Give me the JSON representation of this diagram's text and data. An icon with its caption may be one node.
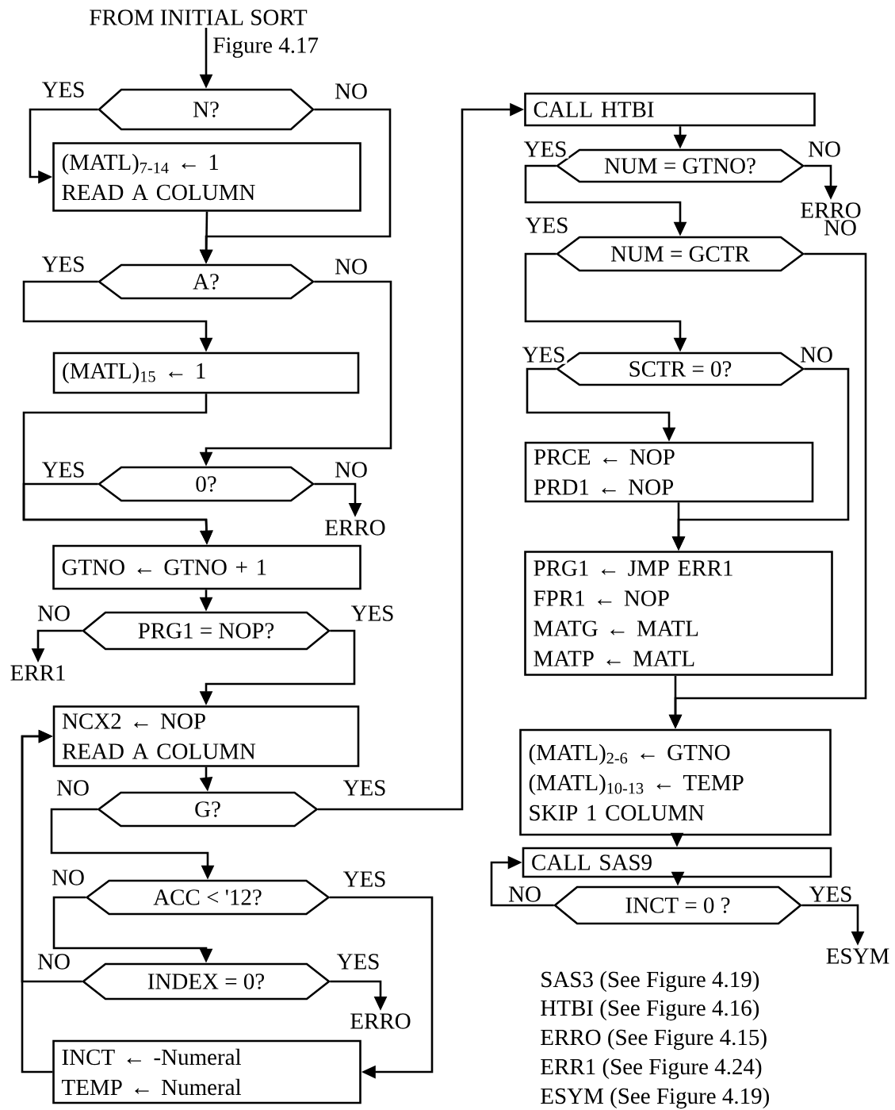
{
  "diagram": {
    "nodes": [
      {
        "text": [
          "FROM INITIAL SORT"
        ]
      },
      {
        "text": [
          "N?"
        ]
      },
      {
        "text": [
          "(MATL)$_{7-14}$ ← 1",
          "READ A COLUMN"
        ]
      },
      {
        "text": [
          "A?"
        ]
      },
      {
        "text": [
          "(MATL)$_{15}$ ← 1"
        ]
      },
      {
        "text": [
          "0?"
        ]
      },
      {
        "text": [
          "ERRO"
        ]
      },
      {
        "text": [
          "GTNO ← GTNO + 1"
        ]
      },
      {
        "text": [
          "PRG1 = NOP?"
        ]
      },
      {
        "text": [
          "ERR1"
        ]
      },
      {
        "text": [
          "NCX2 ← NOP",
          "READ A COLUMN"
        ]
      },
      {
        "text": [
          "G?"
        ]
      },
      {
        "text": [
          "ACC < '12?"
        ]
      },
      {
        "text": [
          "INDEX = 0?"
        ]
      },
      {
        "text": [
          "ERRO"
        ]
      },
      {
        "text": [
          "INCT ← -Numeral",
          "TEMP ← Numeral"
        ]
      },
      {
        "text": [
          "CALL HTBI"
        ]
      },
      {
        "text": [
          "NUM = GTNO?"
        ]
      },
      {
        "text": [
          "ERRO"
        ]
      },
      {
        "text": [
          "NUM = GCTR"
        ]
      },
      {
        "text": [
          "SCTR = 0?"
        ]
      },
      {
        "text": [
          "PRCE ← NOP",
          "PRD1 ← NOP"
        ]
      },
      {
        "text": [
          "PRG1 ← JMP ERR1",
          "FPR1 ← NOP",
          "MATG ← MATL",
          "MATP ← MATL"
        ]
      },
      {
        "text": [
          "(MATL)$_{2-6}$ ← GTNO",
          "(MATL)$_{10-13}$ ← TEMP",
          "SKIP 1 COLUMN"
        ]
      },
      {
        "text": [
          "CALL SAS9"
        ]
      },
      {
        "text": [
          "INCT = 0 ?"
        ]
      },
      {
        "text": [
          "ESYM"
        ]
      }
    ],
    "edges": [
      {
        "from": 0,
        "to": 1,
        "arrow": "to",
        "label": "Figure 4.17"
      },
      {
        "from": 1,
        "to": 2,
        "arrow": "to",
        "label": "YES"
      },
      {
        "from": 1,
        "to": 3,
        "arrow": "to",
        "label": "NO"
      },
      {
        "from": 2,
        "to": 3,
        "arrow": "to"
      },
      {
        "from": 3,
        "to": 4,
        "arrow": "to",
        "label": "YES"
      },
      {
        "from": 3,
        "to": 5,
        "arrow": "to",
        "label": "NO"
      },
      {
        "from": 4,
        "to": 7,
        "arrow": "to"
      },
      {
        "from": 5,
        "to": 7,
        "arrow": "to",
        "label": "YES"
      },
      {
        "from": 5,
        "to": 6,
        "arrow": "to",
        "label": "NO"
      },
      {
        "from": 7,
        "to": 8,
        "arrow": "to"
      },
      {
        "from": 8,
        "to": 9,
        "arrow": "to",
        "label": "NO"
      },
      {
        "from": 8,
        "to": 10,
        "arrow": "to",
        "label": "YES"
      },
      {
        "from": 15,
        "to": 10,
        "arrow": "to"
      },
      {
        "from": 13,
        "to": 10,
        "arrow": "to",
        "label": "NO"
      },
      {
        "from": 10,
        "to": 11,
        "arrow": "to"
      },
      {
        "from": 11,
        "to": 16,
        "arrow": "to",
        "label": "YES"
      },
      {
        "from": 11,
        "to": 12,
        "arrow": "to",
        "label": "NO"
      },
      {
        "from": 12,
        "to": 15,
        "arrow": "to",
        "label": "YES"
      },
      {
        "from": 12,
        "to": 13,
        "arrow": "to",
        "label": "NO"
      },
      {
        "from": 13,
        "to": 14,
        "arrow": "to",
        "label": "YES"
      },
      {
        "from": 16,
        "to": 17,
        "arrow": "to"
      },
      {
        "from": 17,
        "to": 18,
        "arrow": "to",
        "label": "NO"
      },
      {
        "from": 17,
        "to": 19,
        "arrow": "to",
        "label": "YES"
      },
      {
        "from": 19,
        "to": 20,
        "arrow": "to",
        "label": "YES"
      },
      {
        "from": 19,
        "to": 23,
        "arrow": "to",
        "label": "NO"
      },
      {
        "from": 20,
        "to": 21,
        "arrow": "to",
        "label": "YES"
      },
      {
        "from": 20,
        "to": 22,
        "arrow": "to",
        "label": "NO"
      },
      {
        "from": 21,
        "to": 22,
        "arrow": "to"
      },
      {
        "from": 22,
        "to": 23,
        "arrow": "to"
      },
      {
        "from": 23,
        "to": 24,
        "arrow": "to"
      },
      {
        "from": 24,
        "to": 25,
        "arrow": "to"
      },
      {
        "from": 25,
        "to": 24,
        "arrow": "to",
        "label": "NO"
      },
      {
        "from": 25,
        "to": 26,
        "arrow": "to",
        "label": "YES"
      }
    ],
    "labels": [
      "SAS3 (See Figure 4.19)",
      "HTBI (See Figure 4.16)",
      "ERRO (See Figure 4.15)",
      "ERR1 (See Figure 4.24)",
      "ESYM (See Figure 4.19)"
    ]
  }
}
